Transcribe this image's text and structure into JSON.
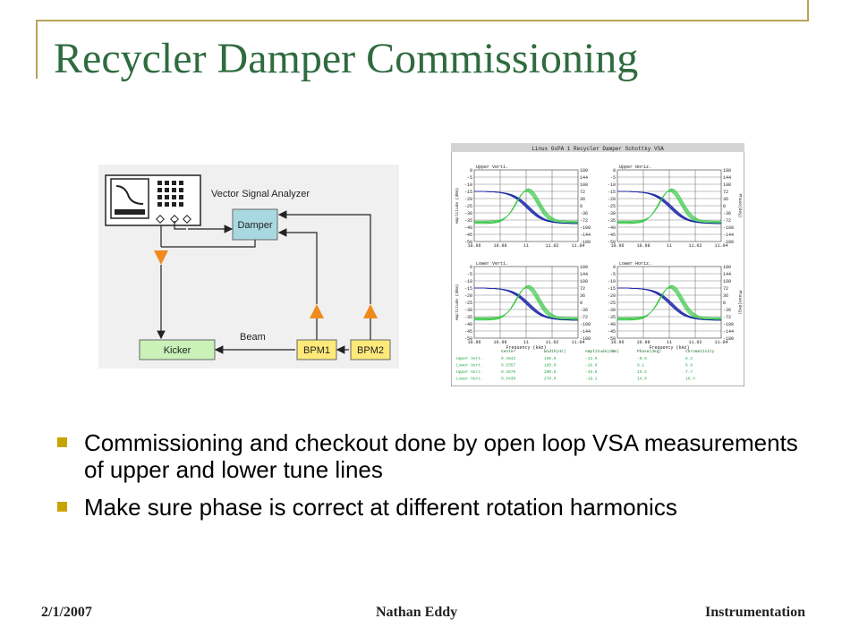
{
  "slide": {
    "title": "Recycler Damper Commissioning",
    "bullets": [
      "Commissioning and checkout done by open loop VSA measurements of upper and lower tune lines",
      "Make sure phase is correct at different rotation harmonics"
    ],
    "footer": {
      "date": "2/1/2007",
      "author": "Nathan Eddy",
      "department": "Instrumentation"
    }
  },
  "diagram": {
    "vsa_label": "Vector Signal Analyzer",
    "damper_label": "Damper",
    "kicker_label": "Kicker",
    "bpm1_label": "BPM1",
    "bpm2_label": "BPM2",
    "beam_label": "Beam",
    "colors": {
      "block": "#a9d9e0",
      "bpm": "#ffe97a",
      "kicker_block": "#c9f1b8",
      "amplifier": "#f08a1c"
    }
  },
  "vsa": {
    "window_title": "Linux GxPA 1  Recycler Damper Schottky VSA",
    "panels": [
      {
        "label": "Upper Verti."
      },
      {
        "label": "Upper Horiz."
      },
      {
        "label": "Lower Verti."
      },
      {
        "label": "Lower Horiz."
      }
    ],
    "left_ticks": [
      "0",
      "-5",
      "-10",
      "-15",
      "-20",
      "-25",
      "-30",
      "-35",
      "-40",
      "-45",
      "-50"
    ],
    "right_ticks": [
      "180",
      "144",
      "108",
      "72",
      "36",
      "0",
      "-36",
      "-72",
      "-108",
      "-144",
      "-180"
    ],
    "x_ticks": [
      "10.96",
      "10.98",
      "11",
      "11.02",
      "11.04"
    ],
    "x_label": "Frequency (kHz)",
    "y_label_left": "Amplitude (dBm)",
    "y_label_right": "Phase(deg)",
    "table": {
      "headers": [
        "",
        "Center",
        "Width(Hz)",
        "Amplitude(dBm)",
        "Phase(deg)",
        "Chromaticity"
      ],
      "rows": [
        [
          "Upper Vert.",
          "0.4642",
          "160.0",
          "-13.9",
          "-0.6",
          "6.2"
        ],
        [
          "Lower Vert.",
          "0.5357",
          "180.0",
          "-16.0",
          "9.1",
          "6.9"
        ],
        [
          "Upper Horz.",
          "0.4570",
          "200.0",
          "-19.8",
          "19.5",
          "7.7"
        ],
        [
          "Lower Horz.",
          "0.5430",
          "270.0",
          "-19.1",
          "14.0",
          "10.4"
        ]
      ]
    },
    "colors": {
      "amplitude": "#1d2aa8",
      "phase": "#3cc84a",
      "text": "#1c6c2a",
      "table_text": "#2aa84a"
    }
  }
}
